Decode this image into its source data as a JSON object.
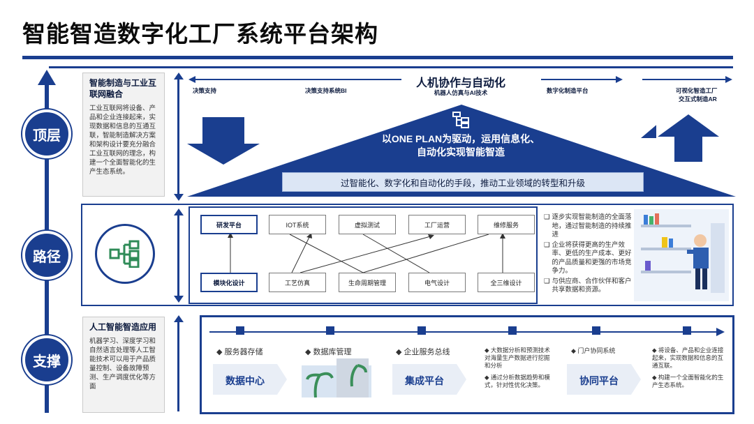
{
  "title": "智能智造数字化工厂系统平台架构",
  "levels": {
    "top": "顶层",
    "path": "路径",
    "support": "支撑"
  },
  "top": {
    "info_title": "智能制造与工业互联网融合",
    "info_text": "工业互联网将设备、产品和企业连接起来，实现数据和信息的互通互联，智能制造解决方案和架构设计要充分融合工业互联网的理念，构建一个全面智能化的生产生态系统。",
    "header_title": "人机协作与自动化",
    "header_sub": "机器人仿真与AI技术",
    "labels": {
      "decision_support": "决策支持",
      "decision_bi": "决策支持系统BI",
      "digital_platform": "数字化制造平台",
      "visual_factory": "可视化智造工厂",
      "interactive_ar": "交互式制造AR"
    },
    "pyramid_text": "以ONE PLAN为驱动，运用信息化、自动化实现智能智造",
    "banner_text": "过智能化、数字化和自动化的手段，推动工业领域的转型和升级"
  },
  "path": {
    "top_nodes": [
      "研发平台",
      "IOT系统",
      "虚拟测试",
      "工厂运营",
      "维修服务"
    ],
    "bottom_nodes": [
      "模块化设计",
      "工艺仿真",
      "生命周期管理",
      "电气设计",
      "全三维设计"
    ],
    "bullets": [
      "逐步实现智能制造的全面落地，通过智能制造的持续推进",
      "企业将获得更高的生产效率、更低的生产成本、更好的产品质量和更强的市场竞争力。",
      "与供应商、合作伙伴和客户共享数据和资源。"
    ]
  },
  "support": {
    "info_title": "人工智能智造应用",
    "info_text": "机器学习、深度学习和自然语言处理等人工智能技术可以用于产品质量控制、设备故障预测、生产调度优化等方面",
    "items": [
      {
        "label": "服务器存储",
        "chevron": "数据中心"
      },
      {
        "label": "数据库管理"
      },
      {
        "label": "企业服务总线",
        "chevron": "集成平台"
      },
      {
        "label": "门户协同系统",
        "chevron": "协同平台"
      }
    ],
    "notes_a": [
      "大数据分析和预测技术对海量生产数据进行挖掘和分析",
      "通过分析数据趋势和模式，针对性优化决策。"
    ],
    "notes_b": [
      "将设备、产品和企业连接起来，实现数据和信息的互通互联。",
      "构建一个全面智能化的生产生态系统。"
    ]
  }
}
